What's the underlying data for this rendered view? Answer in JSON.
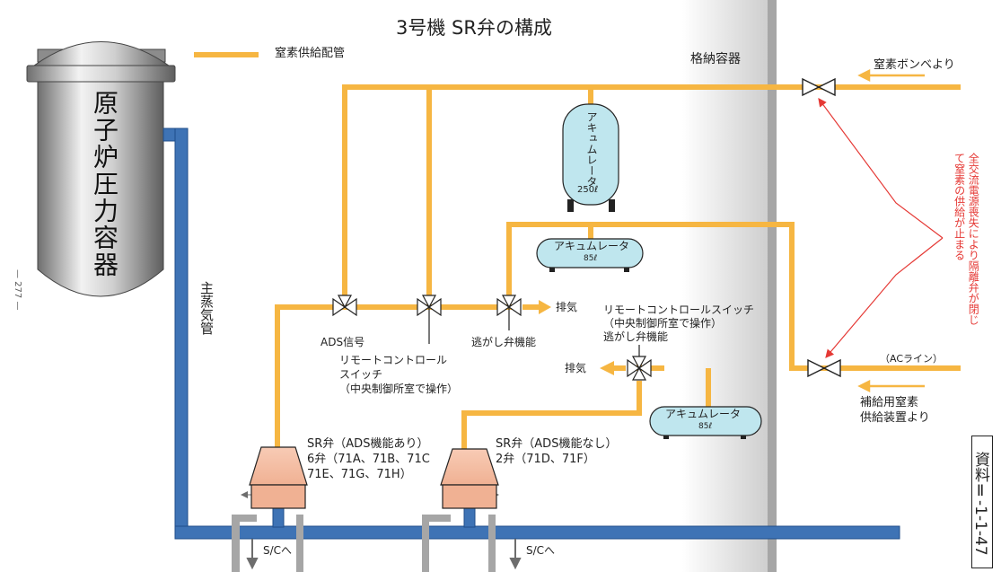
{
  "title": "3号機 SR弁の構成",
  "legend": {
    "label": "窒素供給配管",
    "color": "#F6B642"
  },
  "colors": {
    "nitrogen": "#F6B642",
    "steam": "#3E73B5",
    "steam_edge": "#1F4E8A",
    "containment": "#D7D7D7",
    "wall": "#A6A6A6",
    "accum_fill": "#BFE6EE",
    "srv_fill": "#F4BFA5",
    "note": "#E53935"
  },
  "containment_label": "格納容器",
  "rpv_label": "原子炉圧力容器",
  "main_steam_label": "主蒸気管",
  "page_number": "— 277 —",
  "accumulators": {
    "large": {
      "label": "アキュムレータ",
      "volume": "250ℓ"
    },
    "mid": {
      "label": "アキュムレータ",
      "volume": "85ℓ"
    },
    "low": {
      "label": "アキュムレータ",
      "volume": "85ℓ"
    }
  },
  "labels": {
    "from_cylinder": "窒素ボンベより",
    "ac_line": "（ACライン）",
    "from_supply": [
      "補給用窒素",
      "供給装置より"
    ],
    "exhaust_left": "排気",
    "exhaust_right": "排気",
    "ads_signal": "ADS信号",
    "relief_function": "逃がし弁機能",
    "remote_switch_left": [
      "リモートコントロール",
      "スイッチ",
      "（中央制御所室で操作）"
    ],
    "remote_switch_right": [
      "リモートコントロールスイッチ",
      "（中央制御所室で操作）",
      "逃がし弁機能"
    ],
    "srv_ads": [
      "SR弁（ADS機能あり）",
      "6弁（71A、71B、71C",
      "71E、71G、71H）"
    ],
    "srv_noads": [
      "SR弁（ADS機能なし）",
      "2弁（71D、71F）"
    ],
    "sc_left": "S/Cへ",
    "sc_right": "S/Cへ"
  },
  "note": "全交流電源喪失により隔離弁が閉じて窒素の供給が止まる",
  "doc_ref": "資料Ⅱ-1-1-47"
}
